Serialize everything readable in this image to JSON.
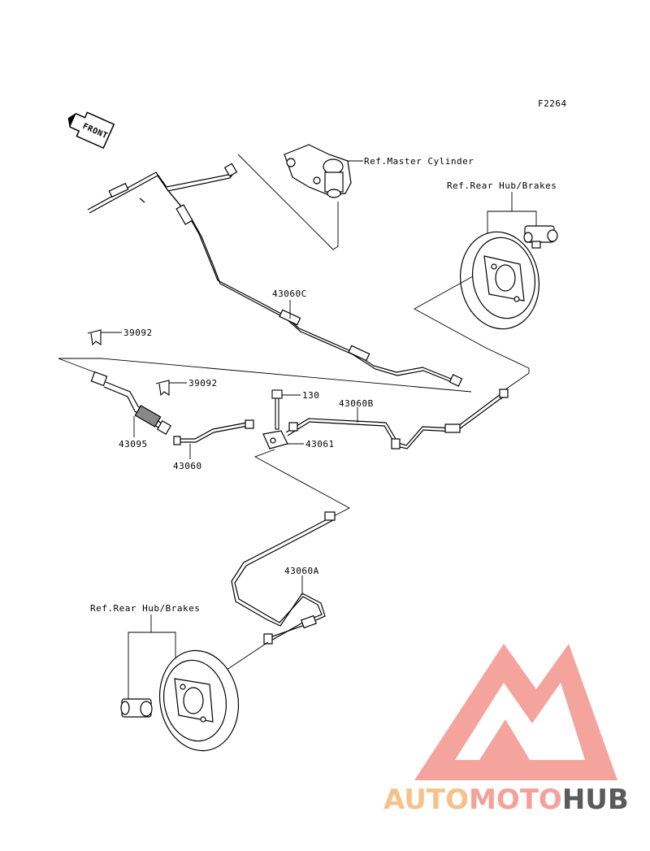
{
  "figure_code": "F2264",
  "front_label": "FRONT",
  "labels": {
    "master_cylinder": "Ref.Master Cylinder",
    "rear_hub_brakes_top": "Ref.Rear Hub/Brakes",
    "rear_hub_brakes_bottom": "Ref.Rear Hub/Brakes"
  },
  "parts": {
    "pipe_c": "43060C",
    "clip_upper": "39092",
    "clip_lower": "39092",
    "bolt": "130",
    "pipe_b": "43060B",
    "joint": "43061",
    "hose": "43095",
    "pipe": "43060",
    "pipe_a": "43060A"
  },
  "watermark": {
    "part1": "AUTO",
    "part2": "MOTO",
    "part3": "HUB",
    "colors": {
      "part1": "#f6c28a",
      "part2": "#f4a19a",
      "part3": "#5a5a5a",
      "logo": "#f49a93"
    }
  }
}
